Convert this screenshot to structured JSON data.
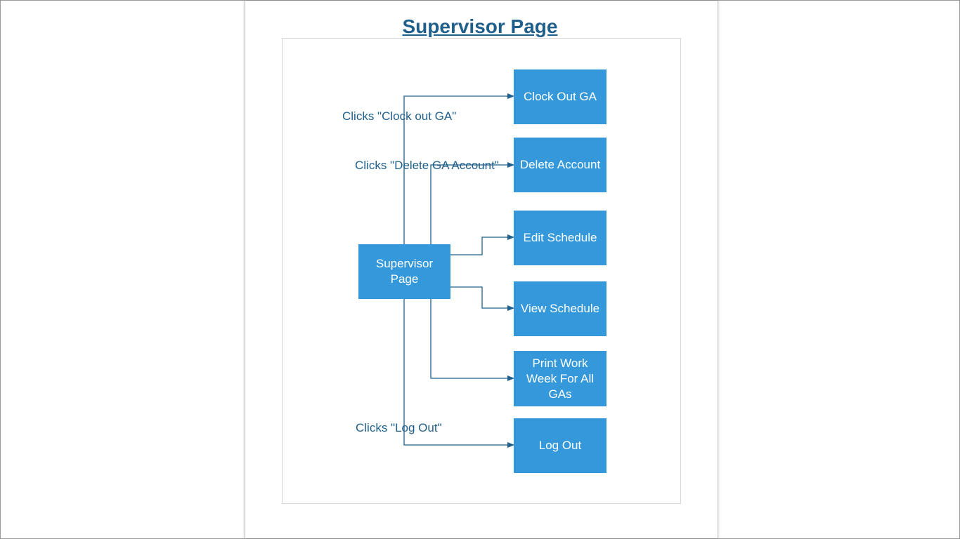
{
  "diagram": {
    "title": "Supervisor Page",
    "colors": {
      "node_fill": "#3498db",
      "node_text": "#ffffff",
      "line": "#1f5f8b",
      "title": "#1f5f8b"
    },
    "nodes": {
      "supervisor": "Supervisor Page",
      "clock_out": "Clock Out GA",
      "delete_account": "Delete Account",
      "edit_schedule": "Edit Schedule",
      "view_schedule": "View Schedule",
      "print_work_week": "Print Work Week For All GAs",
      "log_out": "Log Out"
    },
    "edge_labels": {
      "clock_out": "Clicks \"Clock out GA\"",
      "delete_account": "Clicks \"Delete GA Account\"",
      "log_out": "Clicks \"Log Out\""
    }
  }
}
